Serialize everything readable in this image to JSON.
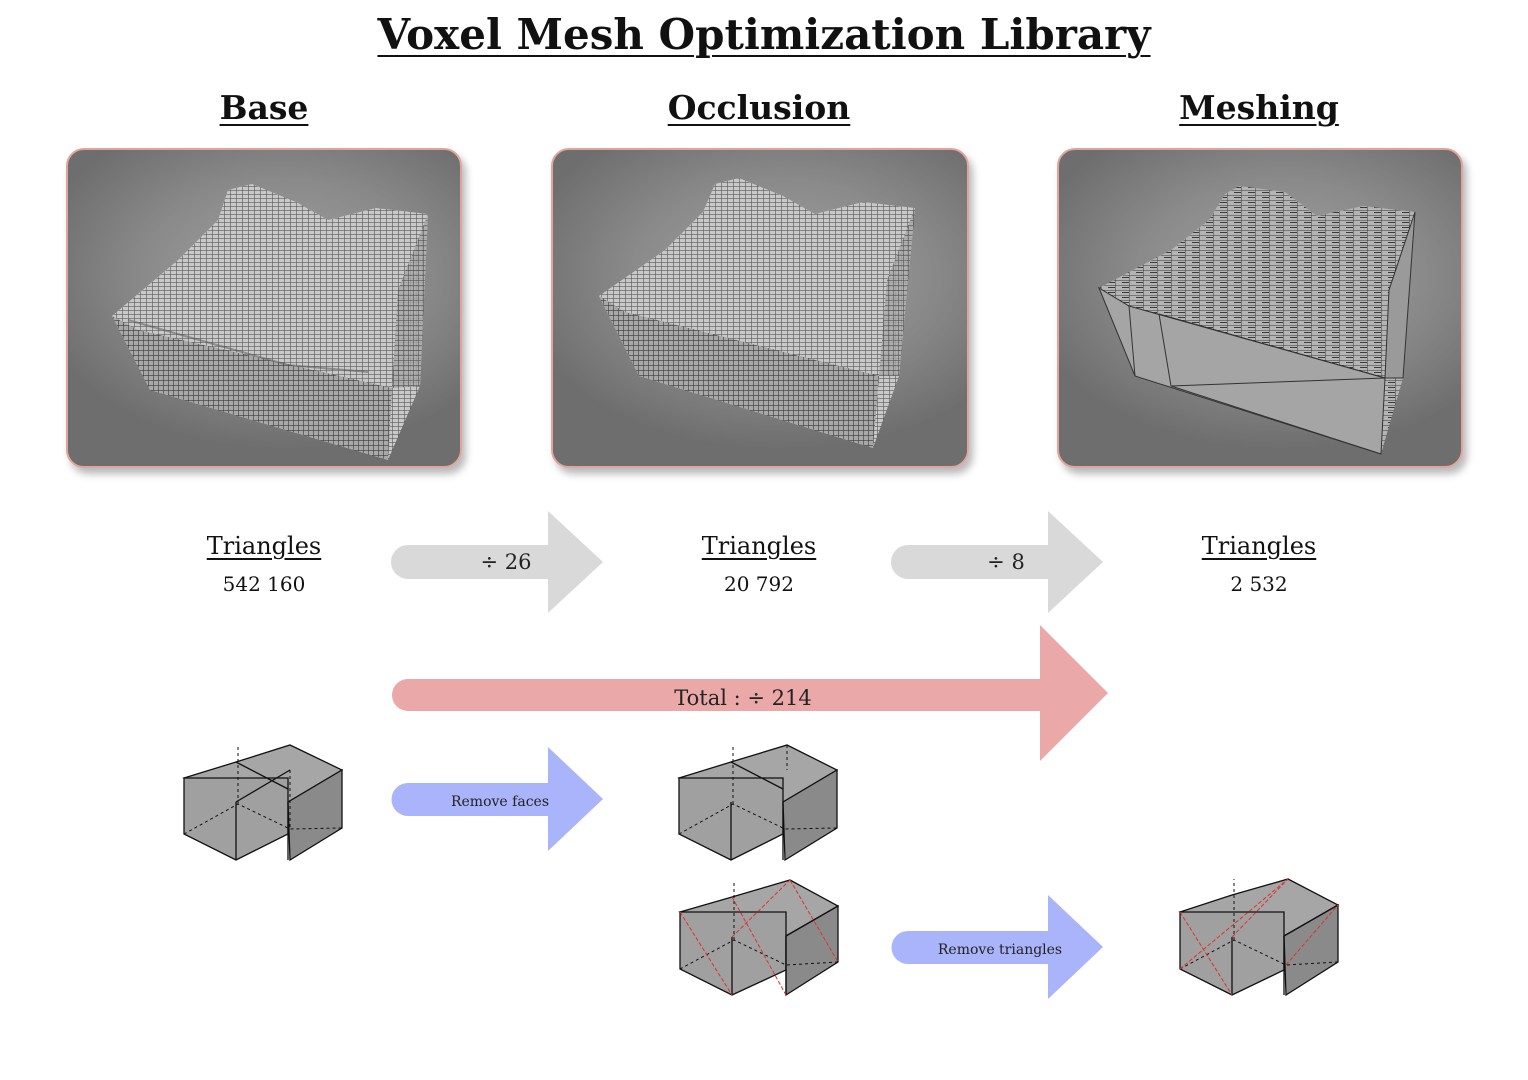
{
  "title": "Voxel Mesh Optimization Library",
  "columns": [
    {
      "heading": "Base",
      "metric_label": "Triangles",
      "metric_value": "542 160"
    },
    {
      "heading": "Occlusion",
      "metric_label": "Triangles",
      "metric_value": "20 792"
    },
    {
      "heading": "Meshing",
      "metric_label": "Triangles",
      "metric_value": "2 532"
    }
  ],
  "arrows": {
    "ratio_1": "÷ 26",
    "ratio_2": "÷ 8",
    "total": "Total : ÷ 214",
    "remove_faces": "Remove faces",
    "remove_triangles": "Remove triangles"
  },
  "colors": {
    "panel_border": "#e0a49a",
    "ratio_arrow": "#d9d9d9",
    "total_arrow": "#eaa8a8",
    "step_arrow": "#a9b4fa",
    "triangle_edge": "#e03030"
  }
}
